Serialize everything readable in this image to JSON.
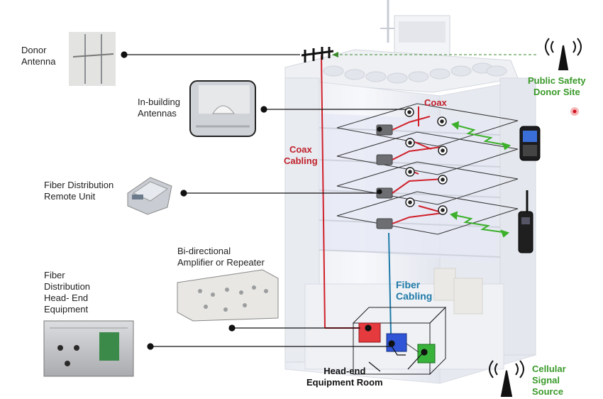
{
  "labels": {
    "donor_antenna": "Donor\nAntenna",
    "in_building_antennas": "In-building\nAntennas",
    "fiber_remote_unit": "Fiber Distribution\nRemote Unit",
    "bda": "Bi-directional\nAmplifier or Repeater",
    "fiber_head_end": "Fiber\nDistribution\nHead- End\nEquipment",
    "coax": "Coax",
    "coax_cabling": "Coax\nCabling",
    "fiber_cabling": "Fiber\nCabling",
    "public_safety": "Public Safety\nDonor Site",
    "cellular_source": "Cellular\nSignal\nSource",
    "head_end_room": "Head-end\nEquipment Room"
  },
  "colors": {
    "coax": "#d0202a",
    "fiber": "#1f7aa8",
    "wireless": "#3cb02a",
    "text_green": "#3a9a2a",
    "leader": "#111111"
  },
  "icons": [
    "donor-antenna-photo",
    "in-building-antenna-photo",
    "remote-unit-photo",
    "amplifier-photo",
    "head-end-rack-photo",
    "cell-tower-icon",
    "smartphone-icon",
    "radio-icon",
    "building-illustration"
  ]
}
